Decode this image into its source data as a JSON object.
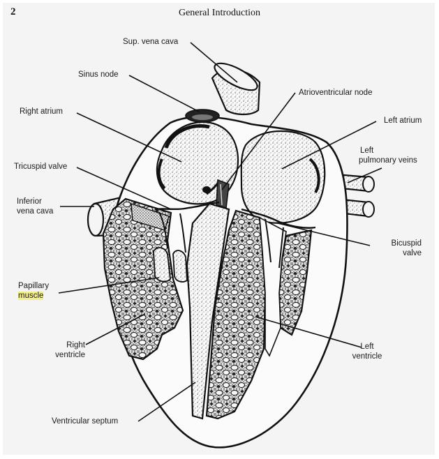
{
  "header": {
    "page_number": "2",
    "title": "General Introduction"
  },
  "labels": {
    "sup_vena_cava": "Sup. vena cava",
    "sinus_node": "Sinus node",
    "av_node": "Atrioventricular node",
    "right_atrium": "Right atrium",
    "left_atrium": "Left atrium",
    "left_pulmonary_veins": [
      "Left",
      "pulmonary veins"
    ],
    "tricuspid_valve": "Tricuspid valve",
    "inferior_vena_cava": [
      "Inferior",
      "vena cava"
    ],
    "bicuspid_valve": [
      "Bicuspid",
      "valve"
    ],
    "papillary_muscle": [
      "Papillary",
      "muscle"
    ],
    "right_ventricle": [
      "Right",
      "ventricle"
    ],
    "left_ventricle": [
      "Left",
      "ventricle"
    ],
    "ventricular_septum": "Ventricular septum"
  },
  "colors": {
    "ink": "#1a1a1a",
    "highlight": "#f5ef8a"
  }
}
